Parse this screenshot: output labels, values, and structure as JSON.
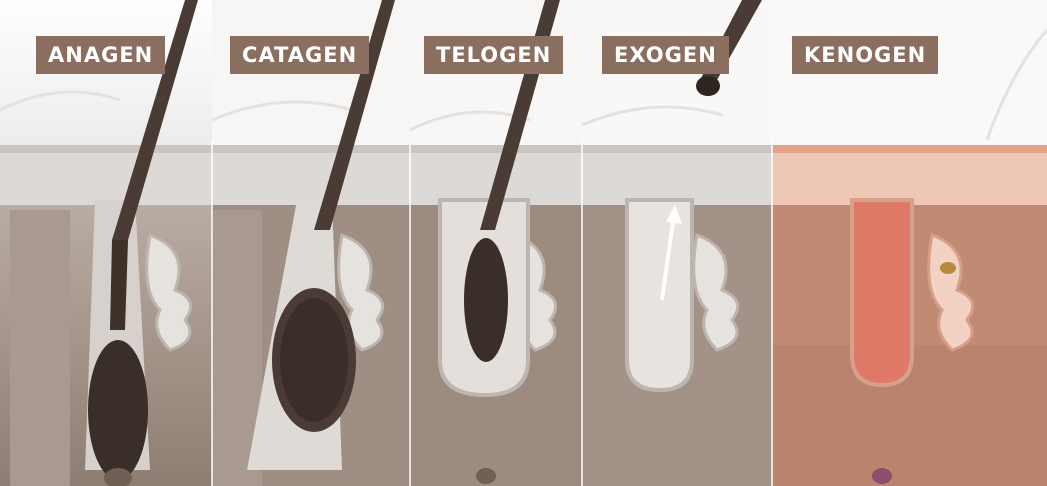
{
  "phases": [
    {
      "id": "anagen",
      "label": "ANAGEN"
    },
    {
      "id": "catagen",
      "label": "CATAGEN"
    },
    {
      "id": "telogen",
      "label": "TELOGEN"
    },
    {
      "id": "exogen",
      "label": "EXOGEN"
    },
    {
      "id": "kenogen",
      "label": "KENOGEN"
    }
  ],
  "colors": {
    "label_bg": "#8a6e60",
    "label_text": "#ffffff",
    "skin_gray": "#d9d6d3",
    "dermis_brown": "#9c8a7e",
    "hair_dark": "#3a2e28",
    "kenogen_tint": "#d98a72"
  },
  "icons": [
    "hair-follicle-illustration",
    "up-arrow-icon"
  ]
}
